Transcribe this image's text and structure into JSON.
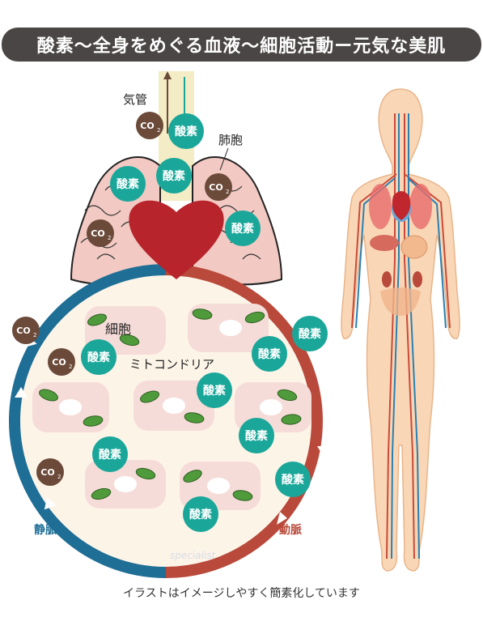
{
  "title": "酸素〜全身をめぐる血液〜細胞活動ー元気な美肌",
  "labels": {
    "trachea": "気管",
    "alveoli": "肺胞",
    "cell": "細胞",
    "mitochondria": "ミトコンドリア",
    "vein": "静脈",
    "artery": "動脈",
    "watermark": "specialist"
  },
  "oxygen_label": "酸素",
  "co2_label": "CO",
  "co2_sub": "2",
  "caption": "イラストはイメージしやすく簡素化しています",
  "colors": {
    "oxygen": "#1aa79a",
    "co2": "#6b4a3a",
    "artery": "#b9493a",
    "vein": "#1e6e96",
    "heart": "#b8242b",
    "lung": "#f2c9c3",
    "cell": "#f6dcd8",
    "mito": "#4f9a3a"
  }
}
